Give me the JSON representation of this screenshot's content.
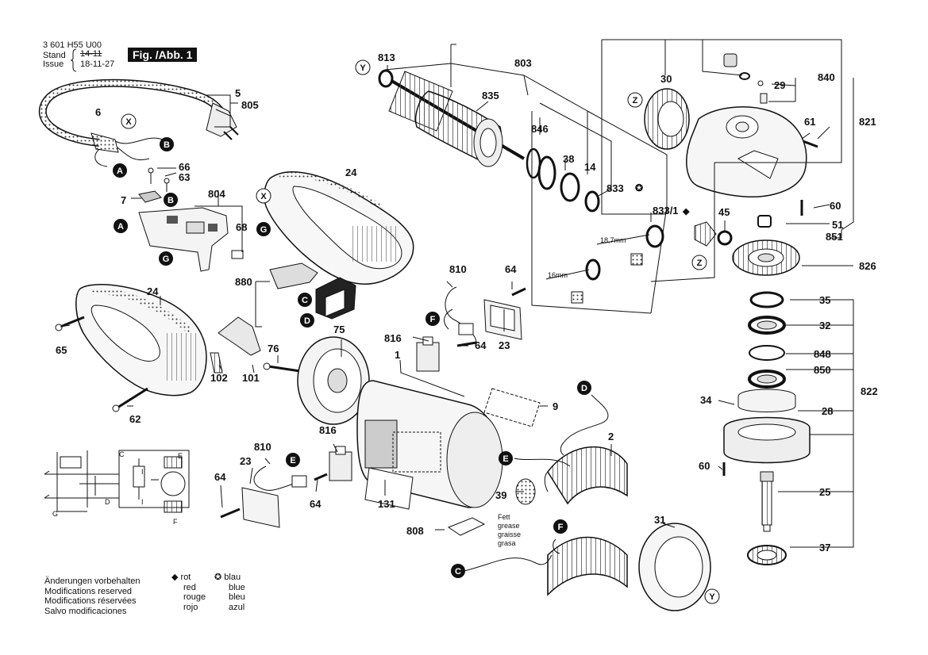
{
  "header": {
    "doc_number": "3 601 H55 U00",
    "stand_label": "Stand",
    "issue_label": "Issue",
    "old_date": "14-11",
    "new_date": "18-11-27",
    "figure_label": "Fig. /Abb. 1"
  },
  "part_labels": {
    "p5": "5",
    "p805": "805",
    "p6": "6",
    "p66": "66",
    "p63": "63",
    "p7": "7",
    "p804": "804",
    "p68": "68",
    "p24a": "24",
    "p24b": "24",
    "p880": "880",
    "p65": "65",
    "p102": "102",
    "p101": "101",
    "p62": "62",
    "p76": "76",
    "p75": "75",
    "p813": "813",
    "p803": "803",
    "p835": "835",
    "p846": "846",
    "p38": "38",
    "p14": "14",
    "p833": "833",
    "p8331": "833/1",
    "p45": "45",
    "p30": "30",
    "p29": "29",
    "p840": "840",
    "p61": "61",
    "p821": "821",
    "p60a": "60",
    "p51": "51",
    "p851": "851",
    "p826": "826",
    "p810a": "810",
    "p64a": "64",
    "p816a": "816",
    "p64b": "64",
    "p23a": "23",
    "p1": "1",
    "p9": "9",
    "p2": "2",
    "p35": "35",
    "p32": "32",
    "p848": "848",
    "p850": "850",
    "p822": "822",
    "p34": "34",
    "p28": "28",
    "p60b": "60",
    "p25": "25",
    "p37": "37",
    "p31": "31",
    "p39": "39",
    "p131": "131",
    "p808": "808",
    "p810b": "810",
    "p816b": "816",
    "p23b": "23",
    "p64c": "64",
    "p64d": "64",
    "dim_187": "18,7mm",
    "dim_16": "16mm"
  },
  "grease_note": [
    "Fett",
    "grease",
    "graisse",
    "grasa"
  ],
  "callouts": {
    "A": "A",
    "B": "B",
    "C": "C",
    "D": "D",
    "E": "E",
    "F": "F",
    "G": "G",
    "X": "X",
    "Y": "Y",
    "Z": "Z"
  },
  "schematic_labels": {
    "C": "C",
    "D": "D",
    "E": "E",
    "F": "F",
    "G": "G",
    "I1": "I",
    "I2": "I"
  },
  "footer": {
    "modifications": [
      "Änderungen vorbehalten",
      "Modifications reserved",
      "Modifications réservées",
      "Salvo modificaciones"
    ],
    "red": [
      "rot",
      "red",
      "rouge",
      "rojo"
    ],
    "blue": [
      "blau",
      "blue",
      "bleu",
      "azul"
    ],
    "red_symbol": "◆",
    "blue_symbol": "✪"
  },
  "colors": {
    "ink": "#111111",
    "paper": "#ffffff"
  }
}
